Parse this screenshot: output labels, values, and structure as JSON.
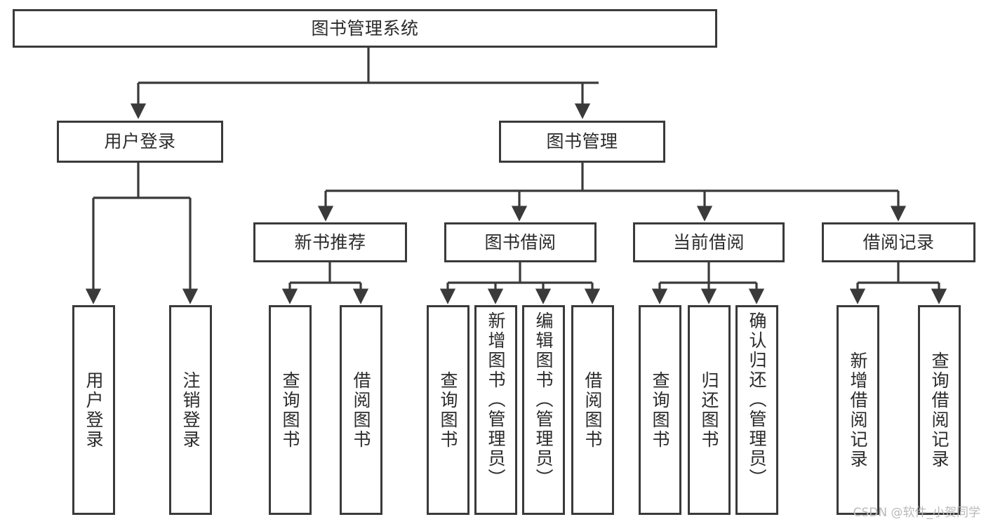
{
  "diagram": {
    "title_node": {
      "label": "图书管理系统"
    },
    "level2": [
      {
        "id": "user-login",
        "label": "用户登录"
      },
      {
        "id": "book-management",
        "label": "图书管理"
      }
    ],
    "level3": [
      {
        "id": "new-book-recommend",
        "label": "新书推荐"
      },
      {
        "id": "book-borrow",
        "label": "图书借阅"
      },
      {
        "id": "current-borrow",
        "label": "当前借阅"
      },
      {
        "id": "borrow-record",
        "label": "借阅记录"
      }
    ],
    "leaves": [
      {
        "id": "leaf-user-login",
        "label": "用户登录",
        "group": "user-login"
      },
      {
        "id": "leaf-logout-login",
        "label": "注销登录",
        "group": "user-login"
      },
      {
        "id": "leaf-query-book-1",
        "label": "查询图书",
        "group": "new-book-recommend"
      },
      {
        "id": "leaf-borrow-book-1",
        "label": "借阅图书",
        "group": "new-book-recommend"
      },
      {
        "id": "leaf-query-book-2",
        "label": "查询图书",
        "group": "book-borrow"
      },
      {
        "id": "leaf-add-book",
        "label": "新增图书（管理员）",
        "group": "book-borrow"
      },
      {
        "id": "leaf-edit-book",
        "label": "编辑图书（管理员）",
        "group": "book-borrow"
      },
      {
        "id": "leaf-borrow-book-2",
        "label": "借阅图书",
        "group": "book-borrow"
      },
      {
        "id": "leaf-query-book-3",
        "label": "查询图书",
        "group": "current-borrow"
      },
      {
        "id": "leaf-return-book",
        "label": "归还图书",
        "group": "current-borrow"
      },
      {
        "id": "leaf-confirm-return",
        "label": "确认归还（管理员）",
        "group": "current-borrow"
      },
      {
        "id": "leaf-add-record",
        "label": "新增借阅记录",
        "group": "borrow-record"
      },
      {
        "id": "leaf-query-record",
        "label": "查询借阅记录",
        "group": "borrow-record"
      }
    ],
    "watermark": "CSDN @软件_小贺同学",
    "colors": {
      "stroke": "#3a3a3a",
      "background": "#ffffff",
      "text": "#2b2b2b",
      "watermark": "#b9b9b9"
    }
  }
}
